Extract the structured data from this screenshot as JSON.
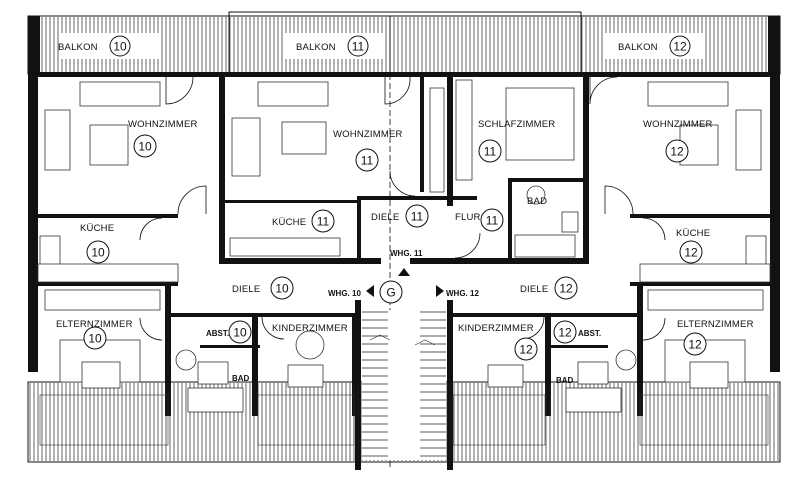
{
  "balconies": [
    {
      "label": "BALKON",
      "unit": "10"
    },
    {
      "label": "BALKON",
      "unit": "11"
    },
    {
      "label": "BALKON",
      "unit": "12"
    }
  ],
  "rooms": {
    "wohnzimmer_10": {
      "label": "WOHNZIMMER",
      "unit": "10"
    },
    "wohnzimmer_11": {
      "label": "WOHNZIMMER",
      "unit": "11"
    },
    "schlafzimmer_11": {
      "label": "SCHLAFZIMMER",
      "unit": "11"
    },
    "wohnzimmer_12": {
      "label": "WOHNZIMMER",
      "unit": "12"
    },
    "kueche_10": {
      "label": "KÜCHE",
      "unit": "10"
    },
    "kueche_11": {
      "label": "KÜCHE",
      "unit": "11"
    },
    "diele_11": {
      "label": "DIELE",
      "unit": "11"
    },
    "flur_11": {
      "label": "FLUR",
      "unit": "11"
    },
    "bad_11": {
      "label": "BAD"
    },
    "kueche_12": {
      "label": "KÜCHE",
      "unit": "12"
    },
    "diele_10": {
      "label": "DIELE",
      "unit": "10"
    },
    "diele_12": {
      "label": "DIELE",
      "unit": "12"
    },
    "elternzimmer_10": {
      "label": "ELTERNZIMMER",
      "unit": "10"
    },
    "abst_10": {
      "label": "ABST.",
      "unit": "10"
    },
    "kinderzimmer_10": {
      "label": "KINDERZIMMER"
    },
    "kinderzimmer_12": {
      "label": "KINDERZIMMER",
      "unit": "12"
    },
    "abst_12": {
      "label": "ABST.",
      "unit": "12"
    },
    "elternzimmer_12": {
      "label": "ELTERNZIMMER",
      "unit": "12"
    },
    "bad_10": {
      "label": "BAD"
    },
    "bad_12": {
      "label": "BAD"
    }
  },
  "entrances": {
    "whg_11": "WHG. 11",
    "whg_10": "WHG. 10",
    "whg_12": "WHG. 12",
    "staircase": "G"
  }
}
